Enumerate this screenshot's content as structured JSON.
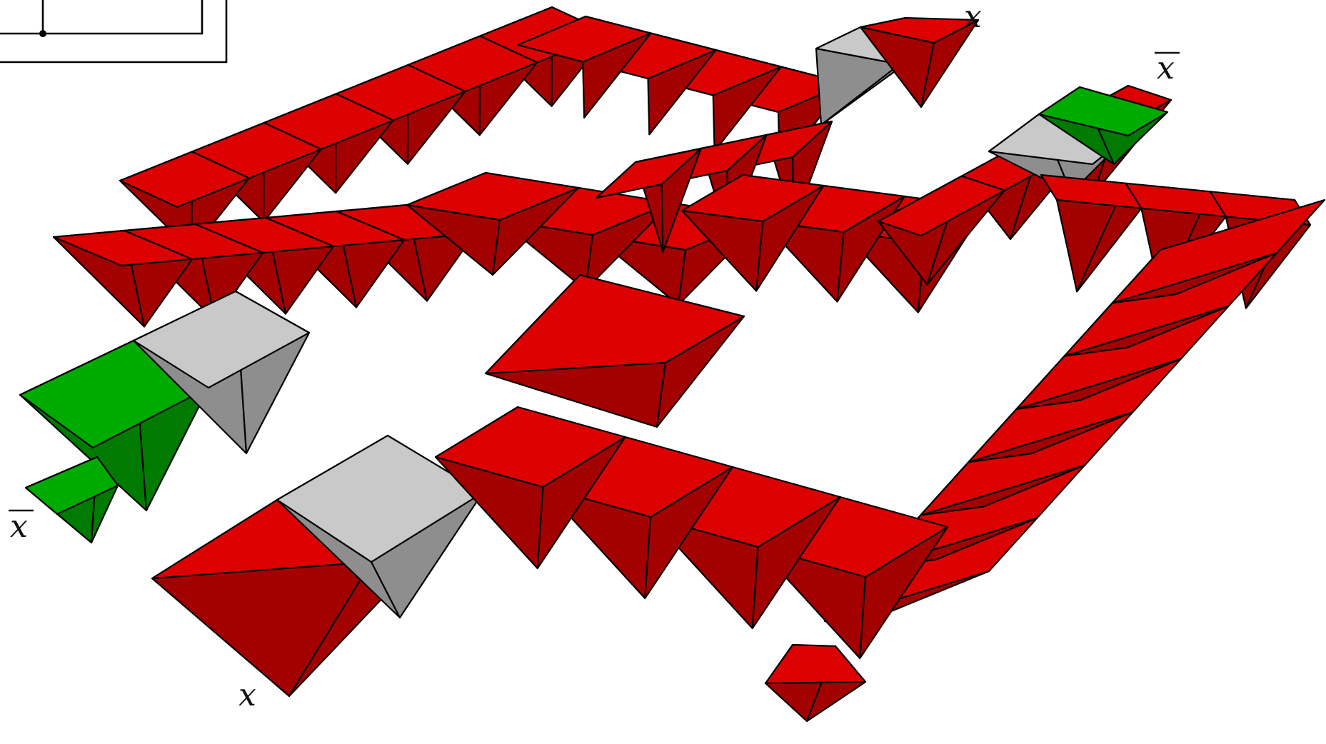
{
  "colors": {
    "red_top": "#dd0000",
    "red_side": "#a30000",
    "red_dark": "#8c0000",
    "gray_top": "#c9c9c9",
    "gray_side": "#8e8e8e",
    "green_top": "#00ab00",
    "green_side": "#007a00",
    "outline": "#000000"
  },
  "labels": {
    "top_x": "x",
    "top_right_xbar": "x",
    "left_xbar": "x",
    "bottom_x": "x"
  },
  "legend_inset": {
    "icon": "circuit-wire-icon"
  }
}
